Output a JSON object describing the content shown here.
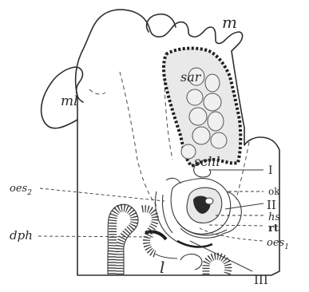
{
  "labels": {
    "m": "m",
    "ml": "ml",
    "sar": "sar",
    "schl": "schl",
    "I": "I",
    "ok": "ok",
    "II": "II",
    "hs": "hs",
    "rt": "rt",
    "oes1": "oes",
    "oes1_sub": "1",
    "oes2": "oes",
    "oes2_sub": "2",
    "dph": "dph",
    "l": "l",
    "III": "III"
  }
}
